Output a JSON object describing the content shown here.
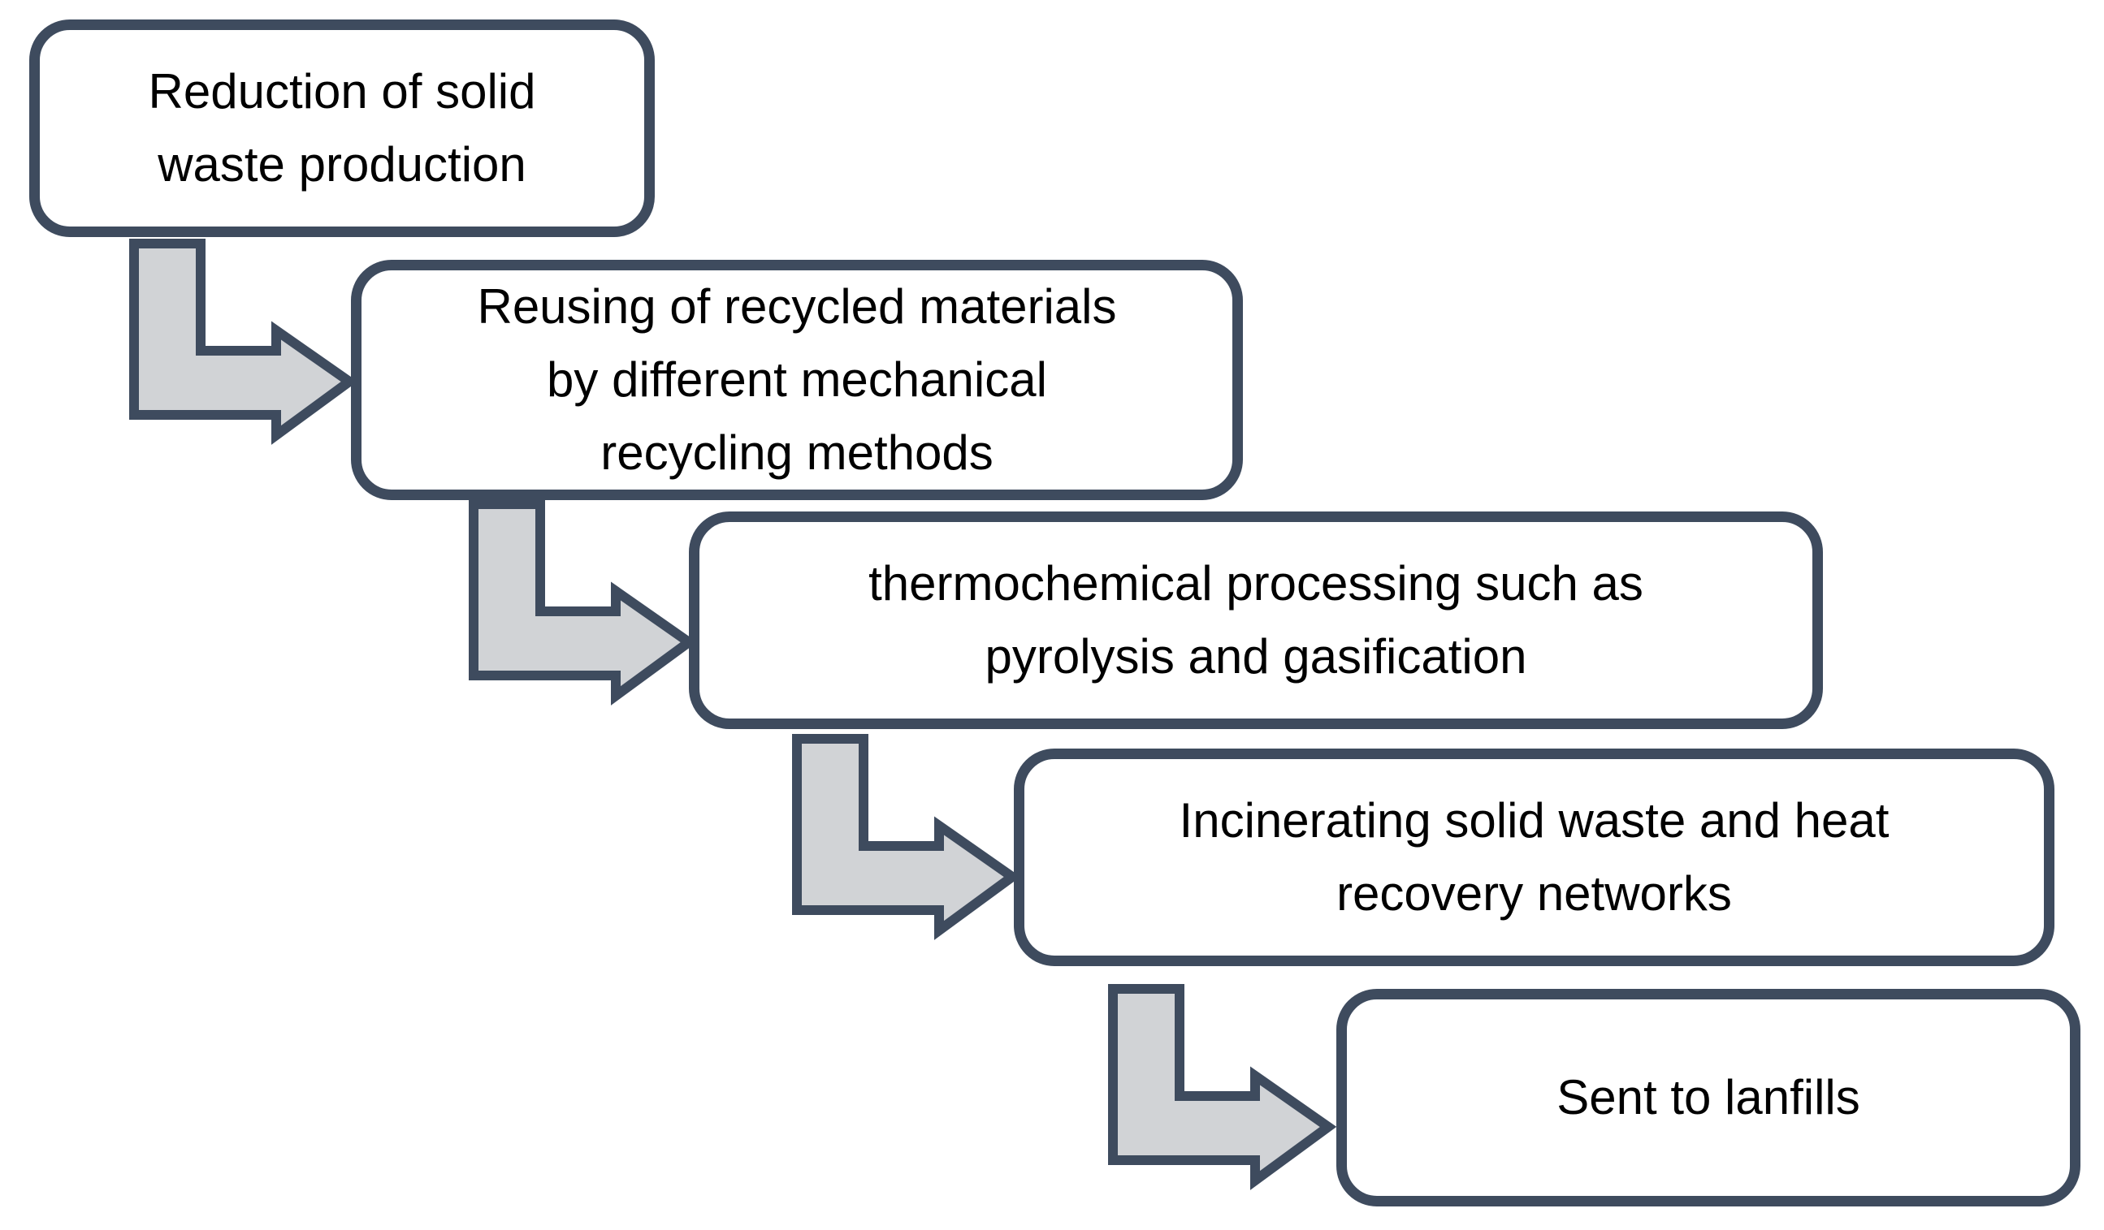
{
  "diagram": {
    "type": "cascading-flowchart",
    "direction": "top-left-to-bottom-right",
    "connector_shape": "bent-elbow-arrow-down-right",
    "colors": {
      "background": "#ffffff",
      "box_fill": "#ffffff",
      "box_border": "#3e4b5e",
      "arrow_fill": "#d1d3d6",
      "arrow_border": "#3e4b5e",
      "text": "#000000"
    },
    "steps": [
      {
        "label": "Reduction of solid waste production",
        "lines": [
          "Reduction of solid",
          "waste production"
        ]
      },
      {
        "label": "Reusing of recycled materials by different mechanical recycling methods",
        "lines": [
          "Reusing of recycled materials",
          "by different mechanical",
          "recycling methods"
        ]
      },
      {
        "label": "thermochemical processing such as pyrolysis and gasification",
        "lines": [
          "thermochemical processing such as",
          "pyrolysis and gasification"
        ]
      },
      {
        "label": "Incinerating solid waste and heat recovery networks",
        "lines": [
          "Incinerating solid waste and heat",
          "recovery networks"
        ]
      },
      {
        "label": "Sent to lanfills",
        "lines": [
          "Sent to lanfills"
        ]
      }
    ]
  }
}
